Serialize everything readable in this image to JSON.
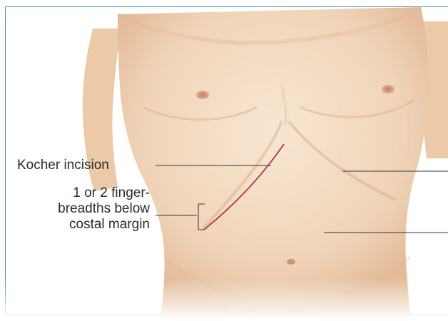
{
  "labels": {
    "kocher_incision": "Kocher incision",
    "finger_breadths": {
      "line1": "1 or 2 finger-",
      "line2": "breadths below",
      "line3": "costal margin"
    }
  },
  "colors": {
    "frame_border": "#4e8fbf",
    "skin_light": "#f6e1cc",
    "skin_mid": "#ebc9a9",
    "skin_shadow": "#d9aa86",
    "nipple": "#c98a6a",
    "incision": "#a8243c",
    "leader_line": "#333333",
    "label_text": "#2b2b2b"
  }
}
